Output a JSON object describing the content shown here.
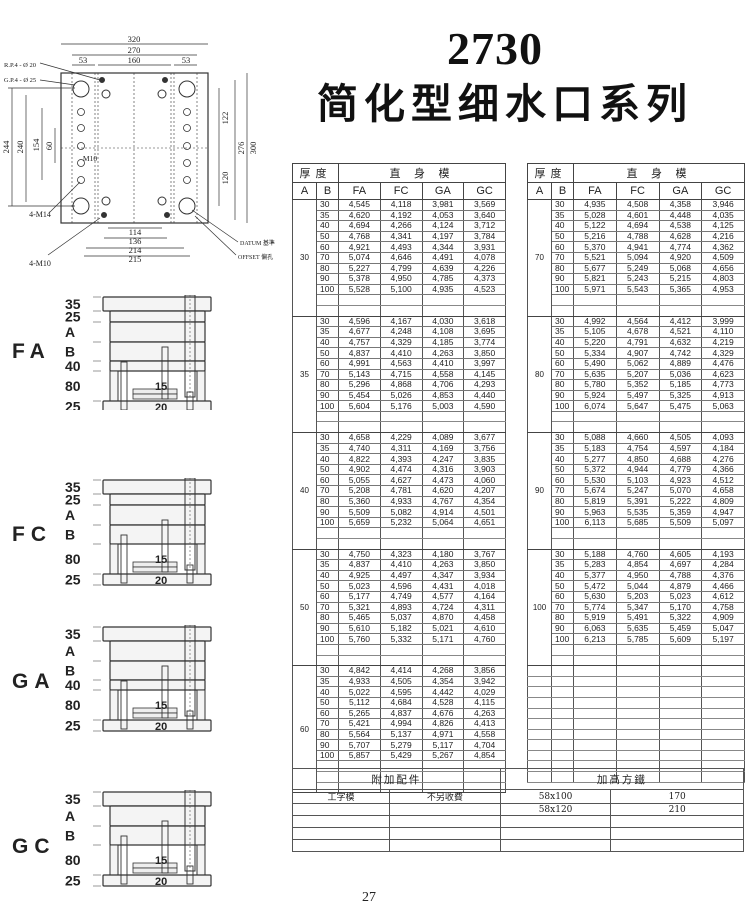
{
  "title": "2730",
  "subtitle": "简化型细水口系列",
  "page_number": "27",
  "table_headers": {
    "thickness": "厚度",
    "straight_mold": "直 身 模",
    "A": "A",
    "B": "B",
    "cols": [
      "FA",
      "FC",
      "GA",
      "GC"
    ]
  },
  "left_table": {
    "blocks": [
      {
        "A": "30",
        "rows": [
          [
            "30",
            "4,545",
            "4,118",
            "3,981",
            "3,569"
          ],
          [
            "35",
            "4,620",
            "4,192",
            "4,053",
            "3,640"
          ],
          [
            "40",
            "4,694",
            "4,266",
            "4,124",
            "3,712"
          ],
          [
            "50",
            "4,768",
            "4,341",
            "4,197",
            "3,784"
          ],
          [
            "60",
            "4,921",
            "4,493",
            "4,344",
            "3,931"
          ],
          [
            "70",
            "5,074",
            "4,646",
            "4,491",
            "4,078"
          ],
          [
            "80",
            "5,227",
            "4,799",
            "4,639",
            "4,226"
          ],
          [
            "90",
            "5,378",
            "4,950",
            "4,785",
            "4,373"
          ],
          [
            "100",
            "5,528",
            "5,100",
            "4,935",
            "4,523"
          ]
        ]
      },
      {
        "A": "35",
        "rows": [
          [
            "30",
            "4,596",
            "4,167",
            "4,030",
            "3,618"
          ],
          [
            "35",
            "4,677",
            "4,248",
            "4,108",
            "3,695"
          ],
          [
            "40",
            "4,757",
            "4,329",
            "4,185",
            "3,774"
          ],
          [
            "50",
            "4,837",
            "4,410",
            "4,263",
            "3,850"
          ],
          [
            "60",
            "4,991",
            "4,563",
            "4,410",
            "3,997"
          ],
          [
            "70",
            "5,143",
            "4,715",
            "4,558",
            "4,145"
          ],
          [
            "80",
            "5,296",
            "4,868",
            "4,706",
            "4,293"
          ],
          [
            "90",
            "5,454",
            "5,026",
            "4,853",
            "4,440"
          ],
          [
            "100",
            "5,604",
            "5,176",
            "5,003",
            "4,590"
          ]
        ]
      },
      {
        "A": "40",
        "rows": [
          [
            "30",
            "4,658",
            "4,229",
            "4,089",
            "3,677"
          ],
          [
            "35",
            "4,740",
            "4,311",
            "4,169",
            "3,756"
          ],
          [
            "40",
            "4,822",
            "4,393",
            "4,247",
            "3,835"
          ],
          [
            "50",
            "4,902",
            "4,474",
            "4,316",
            "3,903"
          ],
          [
            "60",
            "5,055",
            "4,627",
            "4,473",
            "4,060"
          ],
          [
            "70",
            "5,208",
            "4,781",
            "4,620",
            "4,207"
          ],
          [
            "80",
            "5,360",
            "4,933",
            "4,767",
            "4,354"
          ],
          [
            "90",
            "5,509",
            "5,082",
            "4,914",
            "4,501"
          ],
          [
            "100",
            "5,659",
            "5,232",
            "5,064",
            "4,651"
          ]
        ]
      },
      {
        "A": "50",
        "rows": [
          [
            "30",
            "4,750",
            "4,323",
            "4,180",
            "3,767"
          ],
          [
            "35",
            "4,837",
            "4,410",
            "4,263",
            "3,850"
          ],
          [
            "40",
            "4,925",
            "4,497",
            "4,347",
            "3,934"
          ],
          [
            "50",
            "5,023",
            "4,596",
            "4,431",
            "4,018"
          ],
          [
            "60",
            "5,177",
            "4,749",
            "4,577",
            "4,164"
          ],
          [
            "70",
            "5,321",
            "4,893",
            "4,724",
            "4,311"
          ],
          [
            "80",
            "5,465",
            "5,037",
            "4,870",
            "4,458"
          ],
          [
            "90",
            "5,610",
            "5,182",
            "5,021",
            "4,610"
          ],
          [
            "100",
            "5,760",
            "5,332",
            "5,171",
            "4,760"
          ]
        ]
      },
      {
        "A": "60",
        "rows": [
          [
            "30",
            "4,842",
            "4,414",
            "4,268",
            "3,856"
          ],
          [
            "35",
            "4,933",
            "4,505",
            "4,354",
            "3,942"
          ],
          [
            "40",
            "5,022",
            "4,595",
            "4,442",
            "4,029"
          ],
          [
            "50",
            "5,112",
            "4,684",
            "4,528",
            "4,115"
          ],
          [
            "60",
            "5,265",
            "4,837",
            "4,676",
            "4,263"
          ],
          [
            "70",
            "5,421",
            "4,994",
            "4,826",
            "4,413"
          ],
          [
            "80",
            "5,564",
            "5,137",
            "4,971",
            "4,558"
          ],
          [
            "90",
            "5,707",
            "5,279",
            "5,117",
            "4,704"
          ],
          [
            "100",
            "5,857",
            "5,429",
            "5,267",
            "4,854"
          ]
        ]
      }
    ]
  },
  "right_table": {
    "blocks": [
      {
        "A": "70",
        "rows": [
          [
            "30",
            "4,935",
            "4,508",
            "4,358",
            "3,946"
          ],
          [
            "35",
            "5,028",
            "4,601",
            "4,448",
            "4,035"
          ],
          [
            "40",
            "5,122",
            "4,694",
            "4,538",
            "4,125"
          ],
          [
            "50",
            "5,216",
            "4,788",
            "4,628",
            "4,216"
          ],
          [
            "60",
            "5,370",
            "4,941",
            "4,774",
            "4,362"
          ],
          [
            "70",
            "5,521",
            "5,094",
            "4,920",
            "4,509"
          ],
          [
            "80",
            "5,677",
            "5,249",
            "5,068",
            "4,656"
          ],
          [
            "90",
            "5,821",
            "5,243",
            "5,215",
            "4,803"
          ],
          [
            "100",
            "5,971",
            "5,543",
            "5,365",
            "4,953"
          ]
        ]
      },
      {
        "A": "80",
        "rows": [
          [
            "30",
            "4,992",
            "4,564",
            "4,412",
            "3,999"
          ],
          [
            "35",
            "5,105",
            "4,678",
            "4,521",
            "4,110"
          ],
          [
            "40",
            "5,220",
            "4,791",
            "4,632",
            "4,219"
          ],
          [
            "50",
            "5,334",
            "4,907",
            "4,742",
            "4,329"
          ],
          [
            "60",
            "5,490",
            "5,062",
            "4,889",
            "4,476"
          ],
          [
            "70",
            "5,635",
            "5,207",
            "5,036",
            "4,623"
          ],
          [
            "80",
            "5,780",
            "5,352",
            "5,185",
            "4,773"
          ],
          [
            "90",
            "5,924",
            "5,497",
            "5,325",
            "4,913"
          ],
          [
            "100",
            "6,074",
            "5,647",
            "5,475",
            "5,063"
          ]
        ]
      },
      {
        "A": "90",
        "rows": [
          [
            "30",
            "5,088",
            "4,660",
            "4,505",
            "4,093"
          ],
          [
            "35",
            "5,183",
            "4,754",
            "4,597",
            "4,184"
          ],
          [
            "40",
            "5,277",
            "4,850",
            "4,688",
            "4,276"
          ],
          [
            "50",
            "5,372",
            "4,944",
            "4,779",
            "4,366"
          ],
          [
            "60",
            "5,530",
            "5,103",
            "4,923",
            "4,512"
          ],
          [
            "70",
            "5,674",
            "5,247",
            "5,070",
            "4,658"
          ],
          [
            "80",
            "5,819",
            "5,391",
            "5,222",
            "4,809"
          ],
          [
            "90",
            "5,963",
            "5,535",
            "5,359",
            "4,947"
          ],
          [
            "100",
            "6,113",
            "5,685",
            "5,509",
            "5,097"
          ]
        ]
      },
      {
        "A": "100",
        "rows": [
          [
            "30",
            "5,188",
            "4,760",
            "4,605",
            "4,193"
          ],
          [
            "35",
            "5,283",
            "4,854",
            "4,697",
            "4,284"
          ],
          [
            "40",
            "5,377",
            "4,950",
            "4,788",
            "4,376"
          ],
          [
            "50",
            "5,472",
            "5,044",
            "4,879",
            "4,466"
          ],
          [
            "60",
            "5,630",
            "5,203",
            "5,023",
            "4,612"
          ],
          [
            "70",
            "5,774",
            "5,347",
            "5,170",
            "4,758"
          ],
          [
            "80",
            "5,919",
            "5,491",
            "5,322",
            "4,909"
          ],
          [
            "90",
            "6,063",
            "5,635",
            "5,459",
            "5,047"
          ],
          [
            "100",
            "6,213",
            "5,785",
            "5,609",
            "5,197"
          ]
        ]
      }
    ]
  },
  "accessories": {
    "header_left": "附加配件",
    "header_right": "加高方鐵",
    "rows": [
      [
        "工字模",
        "不另收費",
        "58x100",
        "170"
      ],
      [
        "",
        "",
        "58x120",
        "210"
      ],
      [
        "",
        "",
        "",
        ""
      ],
      [
        "",
        "",
        "",
        ""
      ],
      [
        "",
        "",
        "",
        ""
      ]
    ]
  },
  "plan_drawing": {
    "width_320": "320",
    "width_270": "270",
    "dim_53_left": "53",
    "dim_160": "160",
    "dim_53_right": "53",
    "rp": "R.P.4 - Ø 20",
    "gp": "G.P.4 - Ø 25",
    "h244": "244",
    "h240": "240",
    "h154": "154",
    "h60": "60",
    "m10": "M10",
    "m14": "4-M14",
    "m10b": "4-M10",
    "w114": "114",
    "w136": "136",
    "w214": "214",
    "w215": "215",
    "h122": "122",
    "h120": "120",
    "h276": "276",
    "h300": "300",
    "datum": "DATUM 基準",
    "offset": "OFFSET 偏孔"
  },
  "sections": [
    {
      "type": "FA",
      "bands": [
        "35",
        "25",
        "A",
        "B",
        "40",
        "80",
        "25"
      ],
      "inner": [
        "15",
        "20"
      ]
    },
    {
      "type": "FC",
      "bands": [
        "35",
        "25",
        "A",
        "B",
        "80",
        "25"
      ],
      "inner": [
        "15",
        "20"
      ]
    },
    {
      "type": "GA",
      "bands": [
        "35",
        "A",
        "B",
        "40",
        "80",
        "25"
      ],
      "inner": [
        "15",
        "20"
      ]
    },
    {
      "type": "GC",
      "bands": [
        "35",
        "A",
        "B",
        "80",
        "25"
      ],
      "inner": [
        "15",
        "20"
      ]
    }
  ]
}
